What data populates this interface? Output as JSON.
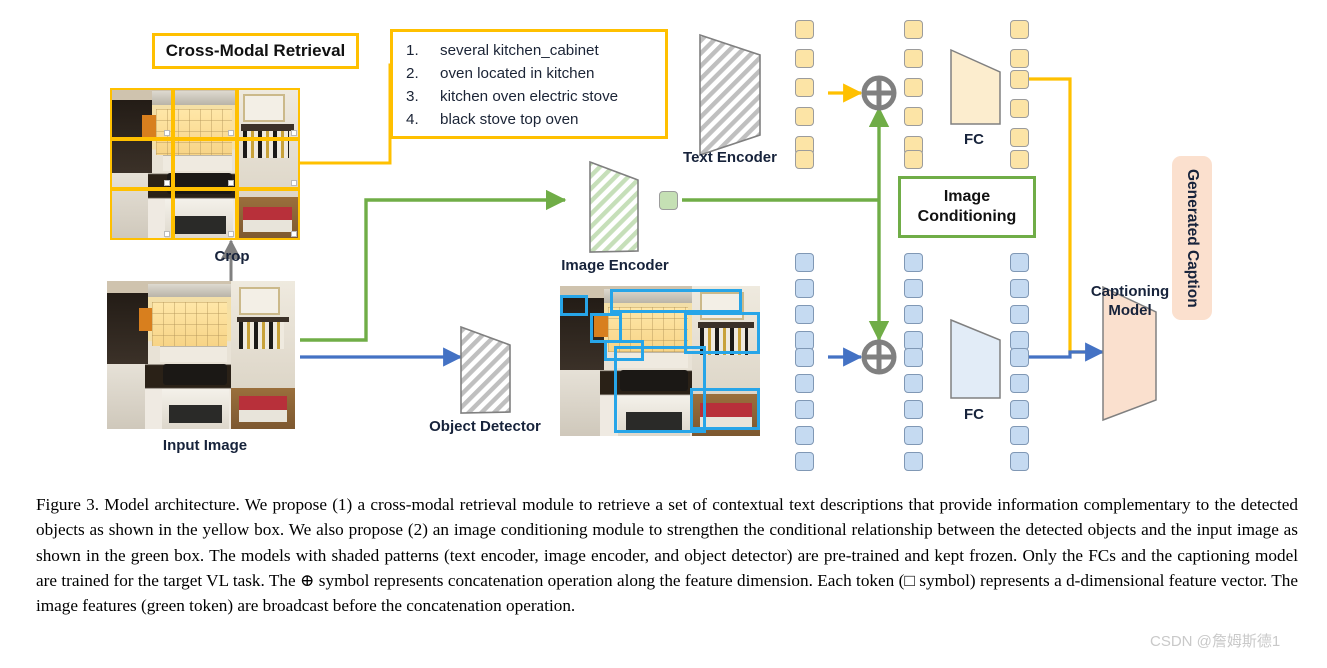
{
  "figure": {
    "cross_modal_retrieval_title": "Cross-Modal Retrieval",
    "retrieved_texts": [
      {
        "num": "1.",
        "text": "several kitchen_cabinet"
      },
      {
        "num": "2.",
        "text": "oven located in kitchen"
      },
      {
        "num": "3.",
        "text": "kitchen oven electric stove"
      },
      {
        "num": "4.",
        "text": "black stove top oven"
      }
    ],
    "labels": {
      "crop": "Crop",
      "input_image": "Input Image",
      "image_encoder": "Image Encoder",
      "object_detector": "Object Detector",
      "text_encoder": "Text Encoder",
      "fc_top": "FC",
      "fc_bottom": "FC",
      "image_conditioning": "Image\nConditioning",
      "image_conditioning_line1": "Image",
      "image_conditioning_line2": "Conditioning",
      "captioning_model_line1": "Captioning",
      "captioning_model_line2": "Model",
      "generated_caption": "Generated Caption"
    },
    "tokens": {
      "text_tokens_count": 6,
      "object_tokens_count": 9,
      "image_token_count": 1,
      "concat_symbol": "⊕"
    },
    "colors": {
      "yellow": "#FFC000",
      "green": "#70AD47",
      "blue": "#4472C4",
      "token_yellow": "#FCE4A6",
      "token_blue": "#C5DAF1",
      "token_green": "#C5E0B4",
      "caption_pill": "#FBE0CE",
      "bbox_blue": "#27A5E8"
    }
  },
  "caption": {
    "text": "Figure 3. Model architecture. We propose (1) a cross-modal retrieval module to retrieve a set of contextual text descriptions that provide information complementary to the detected objects as shown in the yellow box. We also propose (2) an image conditioning module to strengthen the conditional relationship between the detected objects and the input image as shown in the green box. The models with shaded patterns (text encoder, image encoder, and object detector) are pre-trained and kept frozen. Only the FCs and the captioning model are trained for the target VL task. The ⊕ symbol represents concatenation operation along the feature dimension. Each token (□ symbol) represents a d-dimensional feature vector. The image features (green token) are broadcast before the concatenation operation."
  },
  "watermark": {
    "text": "CSDN @詹姆斯德1"
  }
}
